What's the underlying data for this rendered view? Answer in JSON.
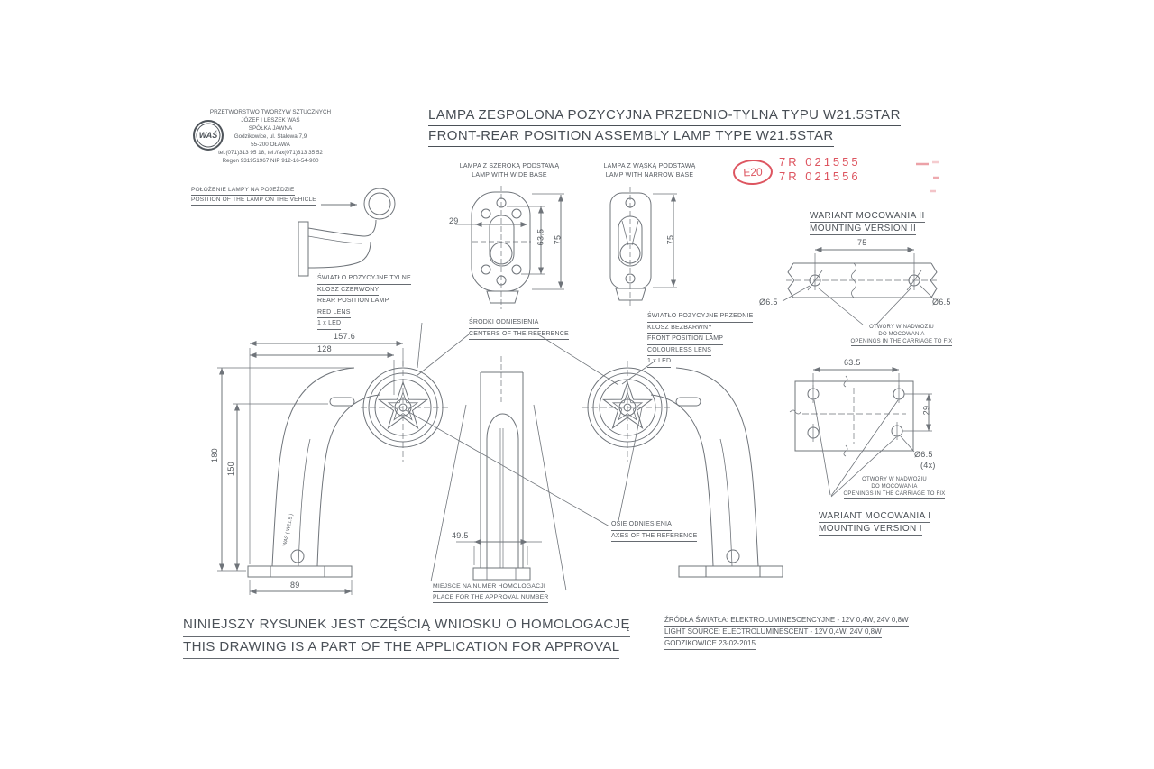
{
  "colors": {
    "ink": "#50565c",
    "line": "#6f747a",
    "red": "#dd5560"
  },
  "company": {
    "logo": "WAŚ",
    "lines": [
      "PRZETWORSTWO TWORZYW SZTUCZNYCH",
      "JÓZEF I LESZEK WAŚ",
      "SPÓŁKA JAWNA",
      "Godzikowice, ul. Stalowa 7,9",
      "55-200  OŁAWA",
      "tel.(071)313 95 18, tel./fax(071)313 35 52",
      "Regon 931951967 NIP 912-16-54-900"
    ]
  },
  "title": {
    "pl": "LAMPA ZESPOLONA POZYCYJNA PRZEDNIO-TYLNA  TYPU W21.5STAR",
    "en": "FRONT-REAR POSITION ASSEMBLY LAMP  TYPE W21.5STAR"
  },
  "stamp": {
    "mark": "E20",
    "row1": "7R  021555",
    "row2": "7R  021556"
  },
  "labels": {
    "wide_base": [
      "LAMPA Z SZEROKĄ PODSTAWĄ",
      "LAMP WITH WIDE BASE"
    ],
    "narrow_base": [
      "LAMPA Z WĄSKĄ PODSTAWĄ",
      "LAMP WITH NARROW BASE"
    ],
    "position": [
      "POŁOŻENIE LAMPY NA POJEŹDZIE",
      "POSITION OF THE LAMP ON THE VEHICLE"
    ],
    "rear": [
      "ŚWIATŁO POZYCYJNE TYLNE",
      "KLOSZ  CZERWONY",
      "REAR POSITION LAMP",
      "RED LENS",
      "1 x LED"
    ],
    "centers": [
      "ŚRODKI ODNIESIENIA",
      "CENTERS OF THE REFERENCE"
    ],
    "front": [
      "ŚWIATŁO POZYCYJNE PRZEDNIE",
      "KLOSZ BEZBARWNY",
      "FRONT POSITION LAMP",
      "COLOURLESS LENS",
      "1 x LED"
    ],
    "axes": [
      "OSIE ODNIESIENIA",
      "AXES OF THE REFERENCE"
    ],
    "approval": [
      "MIEJSCE NA NUMER HOMOLOGACJI",
      "PLACE FOR THE APPROVAL NUMBER"
    ],
    "mounting2": [
      "WARIANT MOCOWANIA II",
      "MOUNTING VERSION II"
    ],
    "mounting1": [
      "WARIANT MOCOWANIA I",
      "MOUNTING VERSION I"
    ],
    "openings2": [
      "OTWORY W NADWOZIU",
      "DO MOCOWANIA",
      "OPENINGS IN THE CARRIAGE TO FIX"
    ],
    "openings1": [
      "OTWORY W NADWOZIU",
      "DO MOCOWANIA",
      "OPENINGS IN THE CARRIAGE TO FIX"
    ],
    "arm": "WAŚ ( W21.5 )"
  },
  "dims": {
    "main_total": "157.6",
    "main_inner": "128",
    "height": "180",
    "inner_height": "150",
    "base_width": "89",
    "body_width": "49.5",
    "wide_hole_span": "29",
    "wide_slot_h": "63.5",
    "wide_h": "75",
    "narrow_h": "75",
    "m2_span": "75",
    "m2_hole_left": "Ø6.5",
    "m2_hole_right": "Ø6.5",
    "m1_span_x": "63.5",
    "m1_span_y": "29",
    "m1_hole": "Ø6.5",
    "m1_hole_qty": "(4x)"
  },
  "footer": {
    "pl": "NINIEJSZY RYSUNEK JEST CZĘŚCIĄ WNIOSKU O  HOMOLOGACJĘ",
    "en": "THIS DRAWING IS A PART OF THE APPLICATION FOR  APPROVAL"
  },
  "notes": {
    "source_pl": "ŹRÓDŁA ŚWIATŁA: ELEKTROLUMINESCENCYJNE - 12V 0,4W, 24V 0,8W",
    "source_en": "LIGHT SOURCE: ELECTROLUMINESCENT - 12V 0,4W, 24V 0,8W",
    "place_date": "GODZIKOWICE  23-02-2015"
  }
}
